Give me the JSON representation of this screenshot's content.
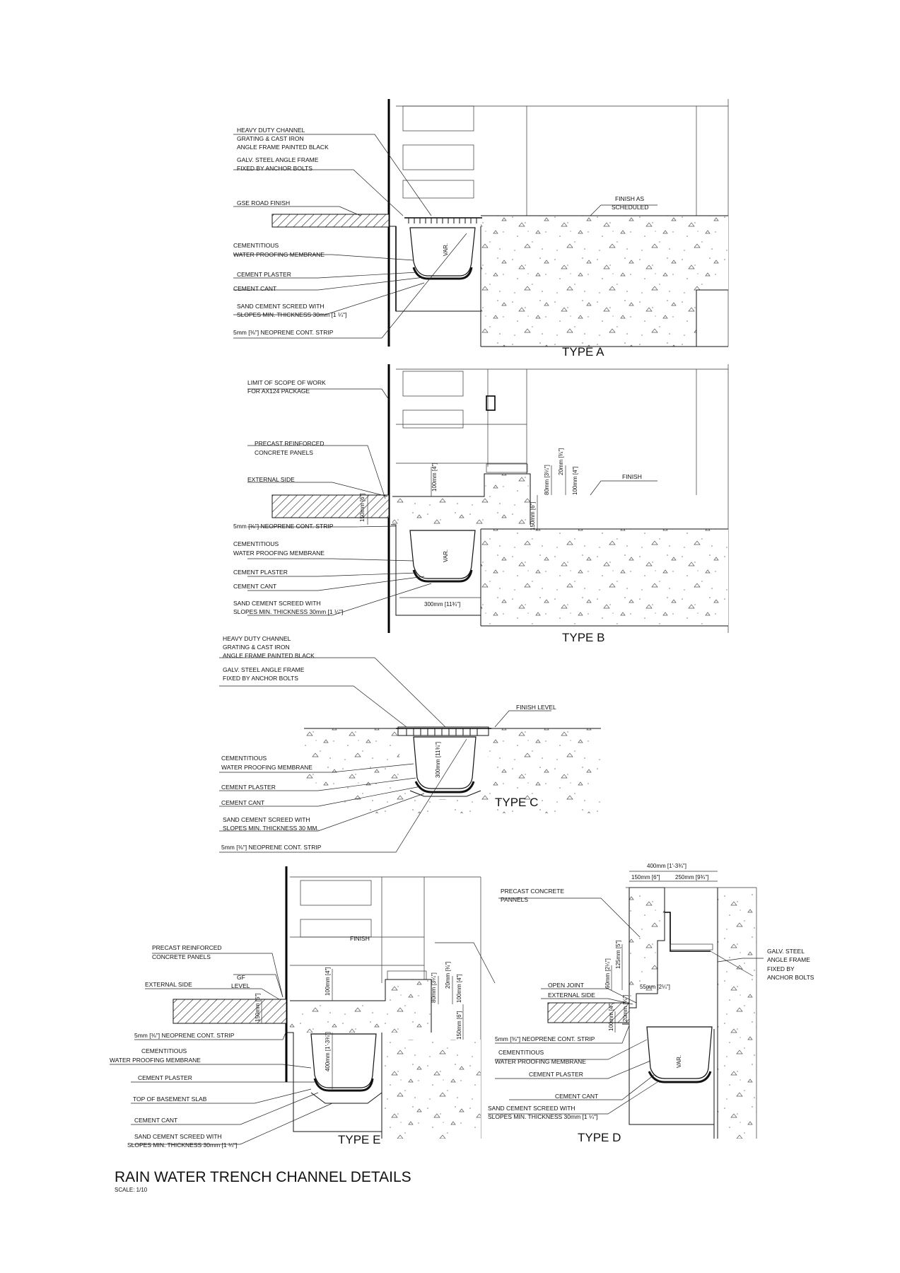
{
  "title": "RAIN WATER TRENCH CHANNEL DETAILS",
  "scale": "SCALE: 1/10",
  "type_a": {
    "name": "TYPE A",
    "labels": [
      "HEAVY DUTY CHANNEL",
      "GRATING & CAST IRON",
      "ANGLE FRAME PAINTED BLACK",
      "GALV. STEEL ANGLE FRAME",
      "FIXED BY ANCHOR BOLTS",
      "GSE ROAD FINISH",
      "CEMENTITIOUS",
      "WATER PROOFING MEMBRANE",
      "CEMENT PLASTER",
      "CEMENT CANT",
      "SAND CEMENT SCREED WITH",
      "SLOPES MIN. THICKNESS 30mm [1 ¼\"]",
      "5mm [⅜\"] NEOPRENE CONT. STRIP",
      "FINISH AS",
      "SCHEDULED"
    ],
    "dims": [
      "VAR."
    ]
  },
  "type_b": {
    "name": "TYPE B",
    "labels": [
      "LIMIT OF SCOPE OF WORK",
      "FOR AX124 PACKAGE",
      "PRECAST REINFORCED",
      "CONCRETE PANELS",
      "EXTERNAL SIDE",
      "5mm [⅜\"] NEOPRENE CONT. STRIP",
      "CEMENTITIOUS",
      "WATER PROOFING MEMBRANE",
      "CEMENT PLASTER",
      "CEMENT CANT",
      "SAND CEMENT SCREED WITH",
      "SLOPES MIN. THICKNESS 30mm [1 ¼\"]",
      "FINISH"
    ],
    "dims": [
      "100mm [4\"]",
      "150mm [6\"]",
      "VAR.",
      "300mm [11¾\"]",
      "80mm [3¼\"]",
      "20mm [¾\"]",
      "100mm [4\"]",
      "150mm [6\"]"
    ]
  },
  "type_c": {
    "name": "TYPE C",
    "labels": [
      "HEAVY DUTY CHANNEL",
      "GRATING & CAST IRON",
      "ANGLE FRAME PAINTED BLACK",
      "GALV. STEEL ANGLE FRAME",
      "FIXED BY ANCHOR BOLTS",
      "FINISH LEVEL",
      "CEMENTITIOUS",
      "WATER PROOFING MEMBRANE",
      "CEMENT PLASTER",
      "CEMENT CANT",
      "SAND CEMENT SCREED WITH",
      "SLOPES MIN. THICKNESS 30 MM.",
      "5mm [⅜\"] NEOPRENE CONT. STRIP"
    ],
    "dims": [
      "300mm [11¾\"]"
    ]
  },
  "type_e": {
    "name": "TYPE E",
    "labels": [
      "PRECAST REINFORCED",
      "CONCRETE PANELS",
      "GF",
      "LEVEL",
      "EXTERNAL SIDE",
      "5mm [⅜\"] NEOPRENE CONT. STRIP",
      "CEMENTITIOUS",
      "WATER PROOFING MEMBRANE",
      "CEMENT PLASTER",
      "TOP OF BASEMENT SLAB",
      "CEMENT CANT",
      "SAND CEMENT SCREED WITH",
      "SLOPES MIN. THICKNESS 30mm [1 ¼\"]",
      "FINISH"
    ],
    "dims": [
      "150mm [6\"]",
      "100mm [4\"]",
      "400mm [1'-3¾\"]",
      "80mm [3¼\"]",
      "20mm [¾\"]",
      "100mm [4\"]",
      "150mm [6\"]"
    ]
  },
  "type_d": {
    "name": "TYPE D",
    "labels": [
      "PRECAST CONCRETE",
      "PANNELS",
      "OPEN JOINT",
      "EXTERNAL SIDE",
      "5mm [⅜\"] NEOPRENE CONT. STRIP",
      "CEMENTITIOUS",
      "WATER PROOFING MEMBRANE",
      "CEMENT PLASTER",
      "CEMENT CANT",
      "SAND CEMENT SCREED WITH",
      "SLOPES MIN. THICKNESS 30mm [1 ¼\"]",
      "GALV. STEEL",
      "ANGLE FRAME",
      "FIXED BY",
      "ANCHOR BOLTS"
    ],
    "dims": [
      "400mm [1'-3¾\"]",
      "150mm [6\"]",
      "250mm [9¾\"]",
      "125mm [5\"]",
      "60mm [2¼\"]",
      "55mm [2¼\"]",
      "20mm [¾\"]",
      "100mm [4\"]",
      "VAR."
    ]
  }
}
